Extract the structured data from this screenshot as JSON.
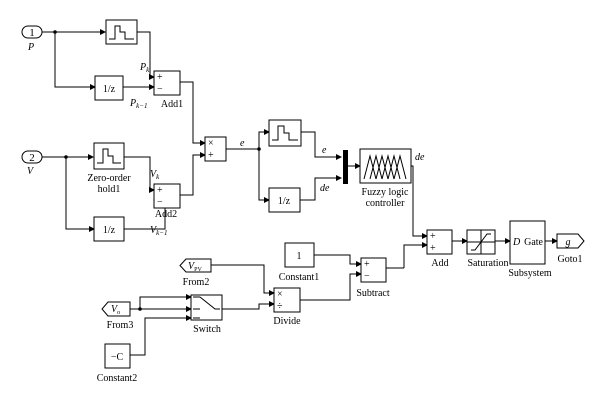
{
  "inports": {
    "p_num": "1",
    "p_name": "P",
    "v_num": "2",
    "v_name": "V"
  },
  "delays": {
    "label": "1/z"
  },
  "signals": {
    "p_k": "P",
    "p_k_sub": "k",
    "p_km1": "P",
    "p_km1_sub": "k−1",
    "v_k": "V",
    "v_k_sub": "k",
    "v_km1": "V",
    "v_km1_sub": "k−1",
    "e1": "e",
    "e2": "e",
    "de1": "de",
    "de2": "de"
  },
  "blocks": {
    "add1": "Add1",
    "add2": "Add2",
    "zoh": [
      "Zero-order",
      "hold1"
    ],
    "fuzzy": [
      "Fuzzy logic",
      "controller"
    ],
    "add": "Add",
    "saturation": "Saturation",
    "subsystem": "Subsystem",
    "subsystem_in": "D",
    "subsystem_out": "Gate",
    "goto_tag": "g",
    "goto": "Goto1",
    "constant1_value": "1",
    "constant1": "Constant1",
    "subtract": "Subtract",
    "from2_tag": "V",
    "from2_tag_sub": "PV",
    "from2": "From2",
    "from3_tag": "V",
    "from3_tag_sub": "o",
    "from3": "From3",
    "switch": "Switch",
    "divide": "Divide",
    "constant2_value": "−C",
    "constant2": "Constant2"
  },
  "signs": {
    "plus": "+",
    "minus": "−",
    "times": "×",
    "div": "÷"
  }
}
